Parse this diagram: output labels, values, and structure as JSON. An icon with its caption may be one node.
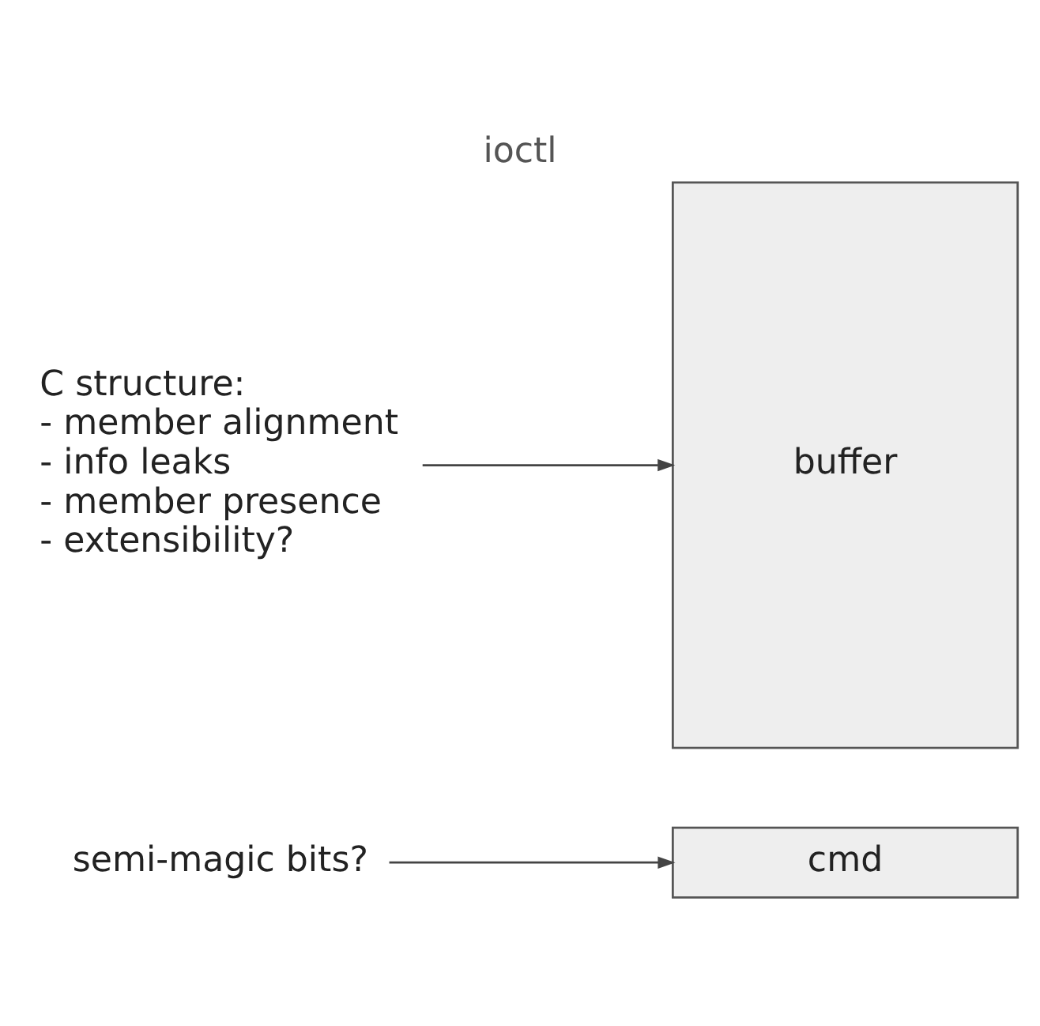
{
  "diagram": {
    "title": "ioctl",
    "nodes": [
      {
        "text": [
          "semi-magic bits?"
        ]
      },
      {
        "text": [
          "cmd"
        ]
      },
      {
        "text": [
          "buffer"
        ]
      },
      {
        "text": [
          "C structure:",
          "- member alignment",
          "- info leaks",
          "- member presence",
          "- extensibility?"
        ]
      }
    ],
    "edges": [
      {
        "from": 0,
        "to": 1,
        "arrow": "to"
      },
      {
        "from": 3,
        "to": 2,
        "arrow": "to"
      }
    ]
  }
}
